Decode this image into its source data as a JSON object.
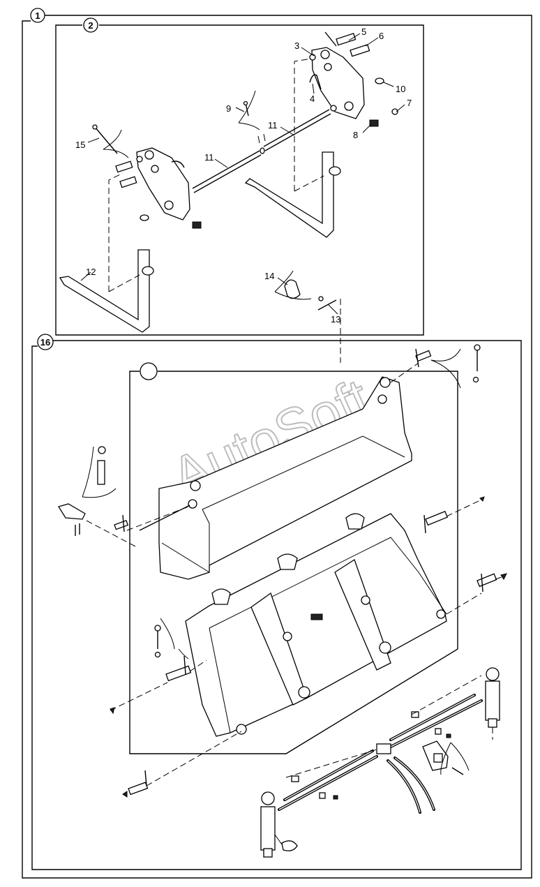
{
  "groups": {
    "g1": "1",
    "g2": "2",
    "g16": "16"
  },
  "callouts": {
    "c3": "3",
    "c4": "4",
    "c5": "5",
    "c6": "6",
    "c7": "7",
    "c8": "8",
    "c9": "9",
    "c10": "10",
    "c11a": "11",
    "c11b": "11",
    "c12": "12",
    "c13": "13",
    "c14": "14",
    "c15": "15"
  },
  "watermark": "AutoSoft"
}
